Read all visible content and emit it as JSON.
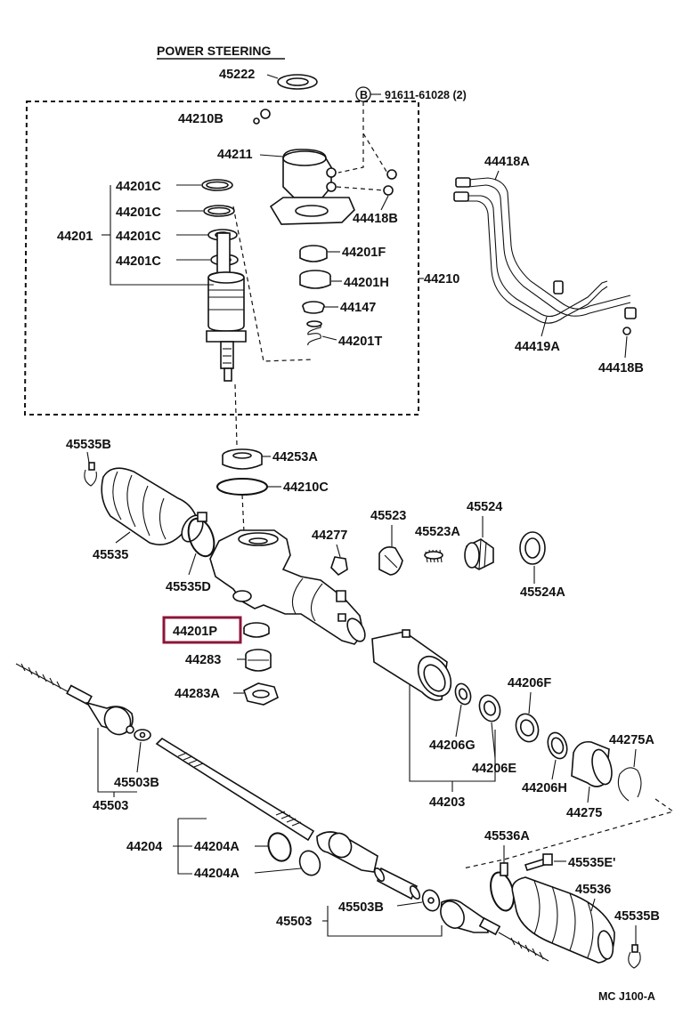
{
  "diagram": {
    "title": "POWER STEERING",
    "footer_code": "MC J100-A",
    "highlight_color": "#8c1538",
    "highlighted_part": "44201P",
    "labels": {
      "p45222": "45222",
      "bolt_ref": "91611-61028 (2)",
      "b_symbol": "B",
      "p44210B": "44210B",
      "p44211": "44211",
      "p44201C_1": "44201C",
      "p44201C_2": "44201C",
      "p44201C_3": "44201C",
      "p44201C_4": "44201C",
      "p44201": "44201",
      "p44418B_1": "44418B",
      "p44201F": "44201F",
      "p44201H": "44201H",
      "p44147": "44147",
      "p44201T": "44201T",
      "p44210": "44210",
      "p44418A": "44418A",
      "p44419A": "44419A",
      "p44418B_2": "44418B",
      "p45535B_1": "45535B",
      "p44253A": "44253A",
      "p44210C": "44210C",
      "p45535": "45535",
      "p45535D": "45535D",
      "p44277": "44277",
      "p45523": "45523",
      "p45523A": "45523A",
      "p45524": "45524",
      "p45524A": "45524A",
      "p44201P": "44201P",
      "p44283": "44283",
      "p44283A": "44283A",
      "p44206F": "44206F",
      "p44206G": "44206G",
      "p44206E": "44206E",
      "p44206H": "44206H",
      "p44275A": "44275A",
      "p44275": "44275",
      "p44203": "44203",
      "p45503B_1": "45503B",
      "p45503_1": "45503",
      "p44204": "44204",
      "p44204A_1": "44204A",
      "p44204A_2": "44204A",
      "p45536A": "45536A",
      "p45535E": "45535E'",
      "p45536": "45536",
      "p45535B_2": "45535B",
      "p45503_2": "45503",
      "p45503B_2": "45503B"
    }
  }
}
